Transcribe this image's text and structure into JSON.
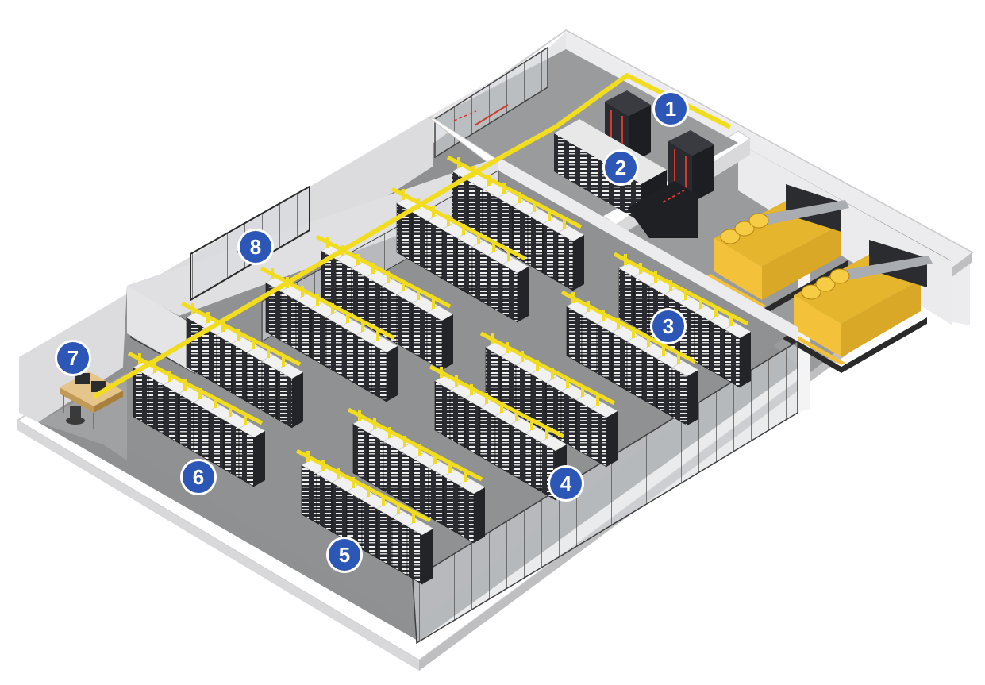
{
  "colors": {
    "background": "#ffffff",
    "floor": "#8f9091",
    "wall_light": "#e9e9ea",
    "wall_shade": "#d2d2d4",
    "glass": "#cfd3d7",
    "rack_dark": "#232428",
    "rack_face": "#f2f2f2",
    "cable_tray": "#f2dc1e",
    "generator": "#f3c23a",
    "marker": "#2d57b7",
    "alarm_red": "#d33a2c",
    "marker_text": "#ffffff"
  },
  "icons": {
    "generator": "generator-icon",
    "server_rack": "server-rack-icon",
    "desk": "operator-desk-icon",
    "door": "door-icon"
  },
  "markers": [
    {
      "label": "1"
    },
    {
      "label": "2"
    },
    {
      "label": "3"
    },
    {
      "label": "4"
    },
    {
      "label": "5"
    },
    {
      "label": "6"
    },
    {
      "label": "7"
    },
    {
      "label": "8"
    }
  ]
}
